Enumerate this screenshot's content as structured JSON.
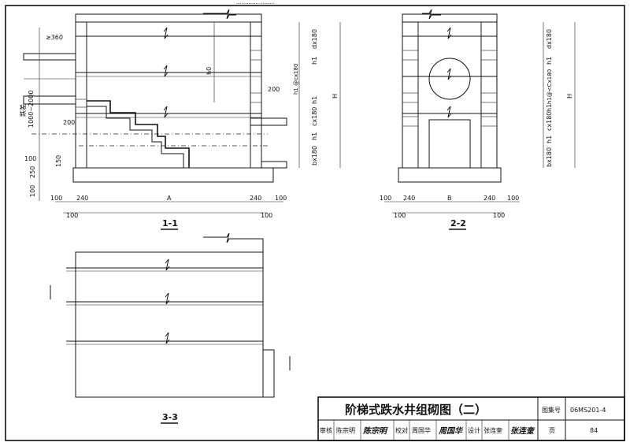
{
  "watermark_top": "......................",
  "sections": {
    "s11": {
      "label": "1-1",
      "dims_left": [
        "≥360",
        "跌差",
        "1000~2000",
        "200",
        "100",
        "150",
        "250",
        "100"
      ],
      "dims_right": [
        "dx180",
        "h1",
        "h1 @cx180",
        "h1",
        "cx180",
        "h1",
        "bx180",
        "h0",
        "H",
        "200"
      ],
      "dims_bottom": [
        "100",
        "240",
        "A",
        "240",
        "100",
        "100",
        "100"
      ]
    },
    "s22": {
      "label": "2-2",
      "dims_right": [
        "dx180",
        "h1",
        "h1@<Cx180",
        "h1",
        "cx180",
        "h1",
        "bx180",
        "H"
      ],
      "dims_bottom": [
        "100",
        "240",
        "B",
        "240",
        "100",
        "100",
        "100"
      ]
    },
    "s33": {
      "label": "3-3"
    }
  },
  "title_block": {
    "title": "阶梯式跌水井组砌图（二）",
    "atlas_label": "图集号",
    "atlas_no": "06MS201-4",
    "review_label": "审核",
    "reviewer": "陈宗明",
    "reviewer_sig": "陈宗明",
    "check_label": "校对",
    "checker": "周国华",
    "checker_sig": "周国华",
    "design_label": "设计",
    "designer": "张连奎",
    "designer_sig": "张连奎",
    "page_label": "页",
    "page_no": "84"
  }
}
